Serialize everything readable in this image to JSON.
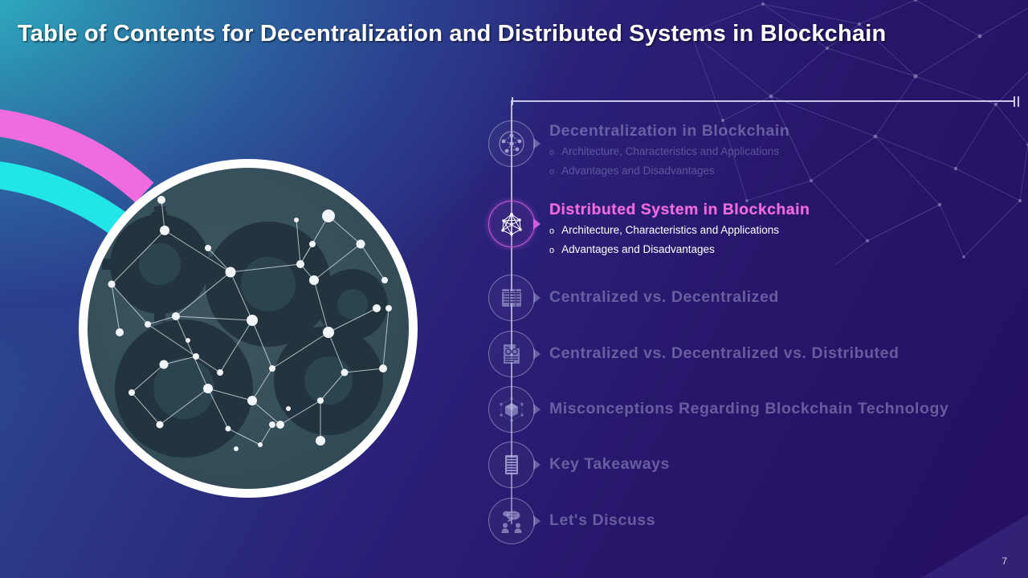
{
  "slide": {
    "title": "Table of Contents for Decentralization and Distributed Systems in Blockchain",
    "page_number": "7",
    "colors": {
      "background_left": "#2FB2C4",
      "background_right": "#271468",
      "accent_active": "#F06BE0",
      "ribbon_magenta": "#F06BE0",
      "ribbon_cyan": "#22E5E8",
      "timeline_line": "#C9C6EA",
      "dimmed_text": "rgba(168,163,214,0.50)"
    }
  },
  "hero": {
    "label": "blockchain-network-gears-circle-image",
    "alt": "Circular image of a blockchain node network over machine gears"
  },
  "toc": {
    "items": [
      {
        "title": "Decentralization in Blockchain",
        "icon": "network-nodes-icon",
        "active": false,
        "subs": [
          "Architecture, Characteristics and Applications",
          "Advantages and Disadvantages"
        ]
      },
      {
        "title": "Distributed System in Blockchain",
        "icon": "distributed-mesh-icon",
        "active": true,
        "subs": [
          "Architecture, Characteristics and Applications",
          "Advantages and Disadvantages"
        ]
      },
      {
        "title": "Centralized vs. Decentralized",
        "icon": "comparison-table-icon",
        "active": false,
        "subs": []
      },
      {
        "title": "Centralized vs. Decentralized vs. Distributed",
        "icon": "report-document-icon",
        "active": false,
        "subs": []
      },
      {
        "title": "Misconceptions Regarding Blockchain Technology",
        "icon": "cube-block-icon",
        "active": false,
        "subs": []
      },
      {
        "title": "Key Takeaways",
        "icon": "document-lines-icon",
        "active": false,
        "subs": []
      },
      {
        "title": "Let's Discuss",
        "icon": "discussion-people-icon",
        "active": false,
        "subs": []
      }
    ],
    "bullet_marker": "o"
  }
}
